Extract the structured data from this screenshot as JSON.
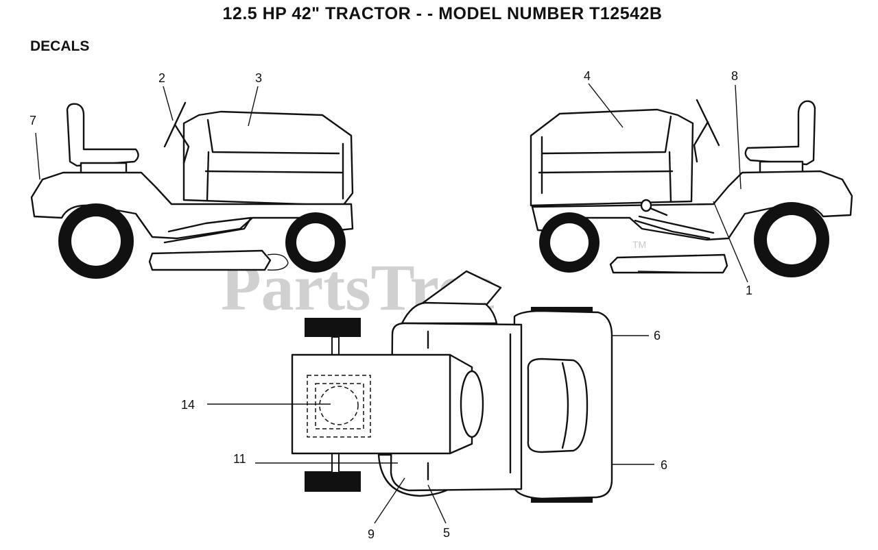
{
  "header": {
    "title": "12.5 HP 42\" TRACTOR - - MODEL NUMBER T12542B",
    "section": "DECALS"
  },
  "watermark": {
    "text": "PartsTree",
    "mark": "TM"
  },
  "callouts": {
    "c1": "1",
    "c2": "2",
    "c3": "3",
    "c4": "4",
    "c5": "5",
    "c6a": "6",
    "c6b": "6",
    "c7": "7",
    "c8": "8",
    "c9": "9",
    "c11": "11",
    "c14": "14"
  },
  "colors": {
    "line": "#111111",
    "watermark": "#d0d0d0",
    "background": "#ffffff"
  }
}
